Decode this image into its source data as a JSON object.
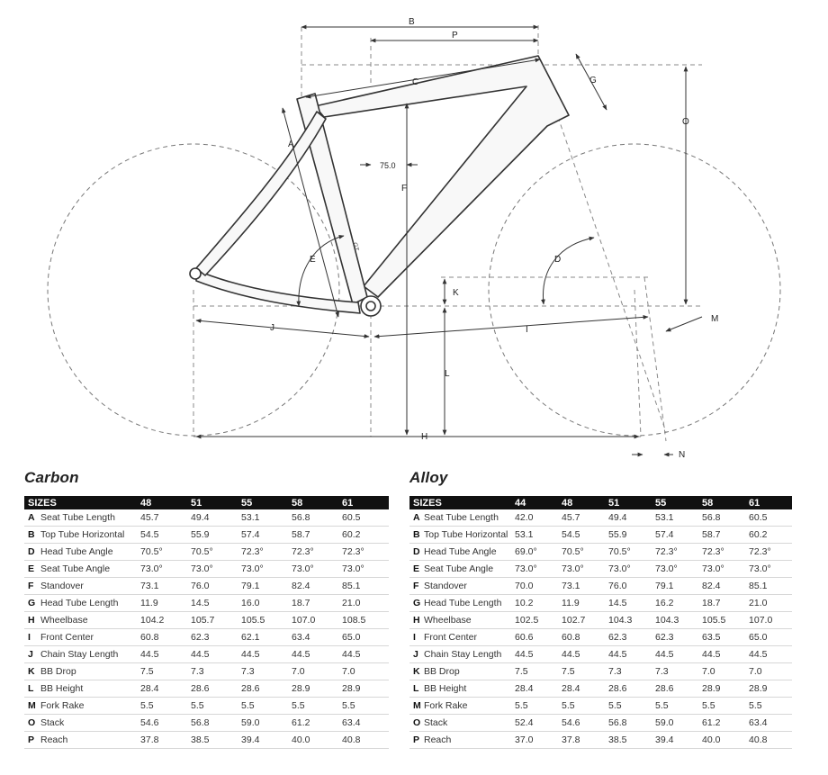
{
  "diagram": {
    "labels": {
      "A": "A",
      "B": "B",
      "C": "C",
      "D": "D",
      "E": "E",
      "F": "F",
      "G": "G",
      "H": "H",
      "I": "I",
      "J": "J",
      "K": "K",
      "L": "L",
      "M": "M",
      "N": "N",
      "O": "O",
      "P": "P",
      "seat_angle": "75.0",
      "frame_text": "GT"
    }
  },
  "tables": [
    {
      "title": "Carbon",
      "header": "SIZES",
      "sizes": [
        "48",
        "51",
        "55",
        "58",
        "61"
      ],
      "rows": [
        {
          "key": "A",
          "label": "Seat Tube Length",
          "values": [
            "45.7",
            "49.4",
            "53.1",
            "56.8",
            "60.5"
          ]
        },
        {
          "key": "B",
          "label": "Top Tube Horizontal",
          "values": [
            "54.5",
            "55.9",
            "57.4",
            "58.7",
            "60.2"
          ]
        },
        {
          "key": "D",
          "label": "Head Tube Angle",
          "values": [
            "70.5°",
            "70.5°",
            "72.3°",
            "72.3°",
            "72.3°"
          ]
        },
        {
          "key": "E",
          "label": "Seat Tube Angle",
          "values": [
            "73.0°",
            "73.0°",
            "73.0°",
            "73.0°",
            "73.0°"
          ]
        },
        {
          "key": "F",
          "label": "Standover",
          "values": [
            "73.1",
            "76.0",
            "79.1",
            "82.4",
            "85.1"
          ]
        },
        {
          "key": "G",
          "label": "Head Tube Length",
          "values": [
            "11.9",
            "14.5",
            "16.0",
            "18.7",
            "21.0"
          ]
        },
        {
          "key": "H",
          "label": "Wheelbase",
          "values": [
            "104.2",
            "105.7",
            "105.5",
            "107.0",
            "108.5"
          ]
        },
        {
          "key": "I",
          "label": "Front Center",
          "values": [
            "60.8",
            "62.3",
            "62.1",
            "63.4",
            "65.0"
          ]
        },
        {
          "key": "J",
          "label": "Chain Stay Length",
          "values": [
            "44.5",
            "44.5",
            "44.5",
            "44.5",
            "44.5"
          ]
        },
        {
          "key": "K",
          "label": "BB Drop",
          "values": [
            "7.5",
            "7.3",
            "7.3",
            "7.0",
            "7.0"
          ]
        },
        {
          "key": "L",
          "label": "BB Height",
          "values": [
            "28.4",
            "28.6",
            "28.6",
            "28.9",
            "28.9"
          ]
        },
        {
          "key": "M",
          "label": "Fork Rake",
          "values": [
            "5.5",
            "5.5",
            "5.5",
            "5.5",
            "5.5"
          ]
        },
        {
          "key": "O",
          "label": "Stack",
          "values": [
            "54.6",
            "56.8",
            "59.0",
            "61.2",
            "63.4"
          ]
        },
        {
          "key": "P",
          "label": "Reach",
          "values": [
            "37.8",
            "38.5",
            "39.4",
            "40.0",
            "40.8"
          ]
        }
      ]
    },
    {
      "title": "Alloy",
      "header": "SIZES",
      "sizes": [
        "44",
        "48",
        "51",
        "55",
        "58",
        "61"
      ],
      "rows": [
        {
          "key": "A",
          "label": "Seat Tube Length",
          "values": [
            "42.0",
            "45.7",
            "49.4",
            "53.1",
            "56.8",
            "60.5"
          ]
        },
        {
          "key": "B",
          "label": "Top Tube Horizontal",
          "values": [
            "53.1",
            "54.5",
            "55.9",
            "57.4",
            "58.7",
            "60.2"
          ]
        },
        {
          "key": "D",
          "label": "Head Tube Angle",
          "values": [
            "69.0°",
            "70.5°",
            "70.5°",
            "72.3°",
            "72.3°",
            "72.3°"
          ]
        },
        {
          "key": "E",
          "label": "Seat Tube Angle",
          "values": [
            "73.0°",
            "73.0°",
            "73.0°",
            "73.0°",
            "73.0°",
            "73.0°"
          ]
        },
        {
          "key": "F",
          "label": "Standover",
          "values": [
            "70.0",
            "73.1",
            "76.0",
            "79.1",
            "82.4",
            "85.1"
          ]
        },
        {
          "key": "G",
          "label": "Head Tube Length",
          "values": [
            "10.2",
            "11.9",
            "14.5",
            "16.2",
            "18.7",
            "21.0"
          ]
        },
        {
          "key": "H",
          "label": "Wheelbase",
          "values": [
            "102.5",
            "102.7",
            "104.3",
            "104.3",
            "105.5",
            "107.0"
          ]
        },
        {
          "key": "I",
          "label": "Front Center",
          "values": [
            "60.6",
            "60.8",
            "62.3",
            "62.3",
            "63.5",
            "65.0"
          ]
        },
        {
          "key": "J",
          "label": "Chain Stay Length",
          "values": [
            "44.5",
            "44.5",
            "44.5",
            "44.5",
            "44.5",
            "44.5"
          ]
        },
        {
          "key": "K",
          "label": "BB Drop",
          "values": [
            "7.5",
            "7.5",
            "7.3",
            "7.3",
            "7.0",
            "7.0"
          ]
        },
        {
          "key": "L",
          "label": "BB Height",
          "values": [
            "28.4",
            "28.4",
            "28.6",
            "28.6",
            "28.9",
            "28.9"
          ]
        },
        {
          "key": "M",
          "label": "Fork Rake",
          "values": [
            "5.5",
            "5.5",
            "5.5",
            "5.5",
            "5.5",
            "5.5"
          ]
        },
        {
          "key": "O",
          "label": "Stack",
          "values": [
            "52.4",
            "54.6",
            "56.8",
            "59.0",
            "61.2",
            "63.4"
          ]
        },
        {
          "key": "P",
          "label": "Reach",
          "values": [
            "37.0",
            "37.8",
            "38.5",
            "39.4",
            "40.0",
            "40.8"
          ]
        }
      ]
    }
  ]
}
